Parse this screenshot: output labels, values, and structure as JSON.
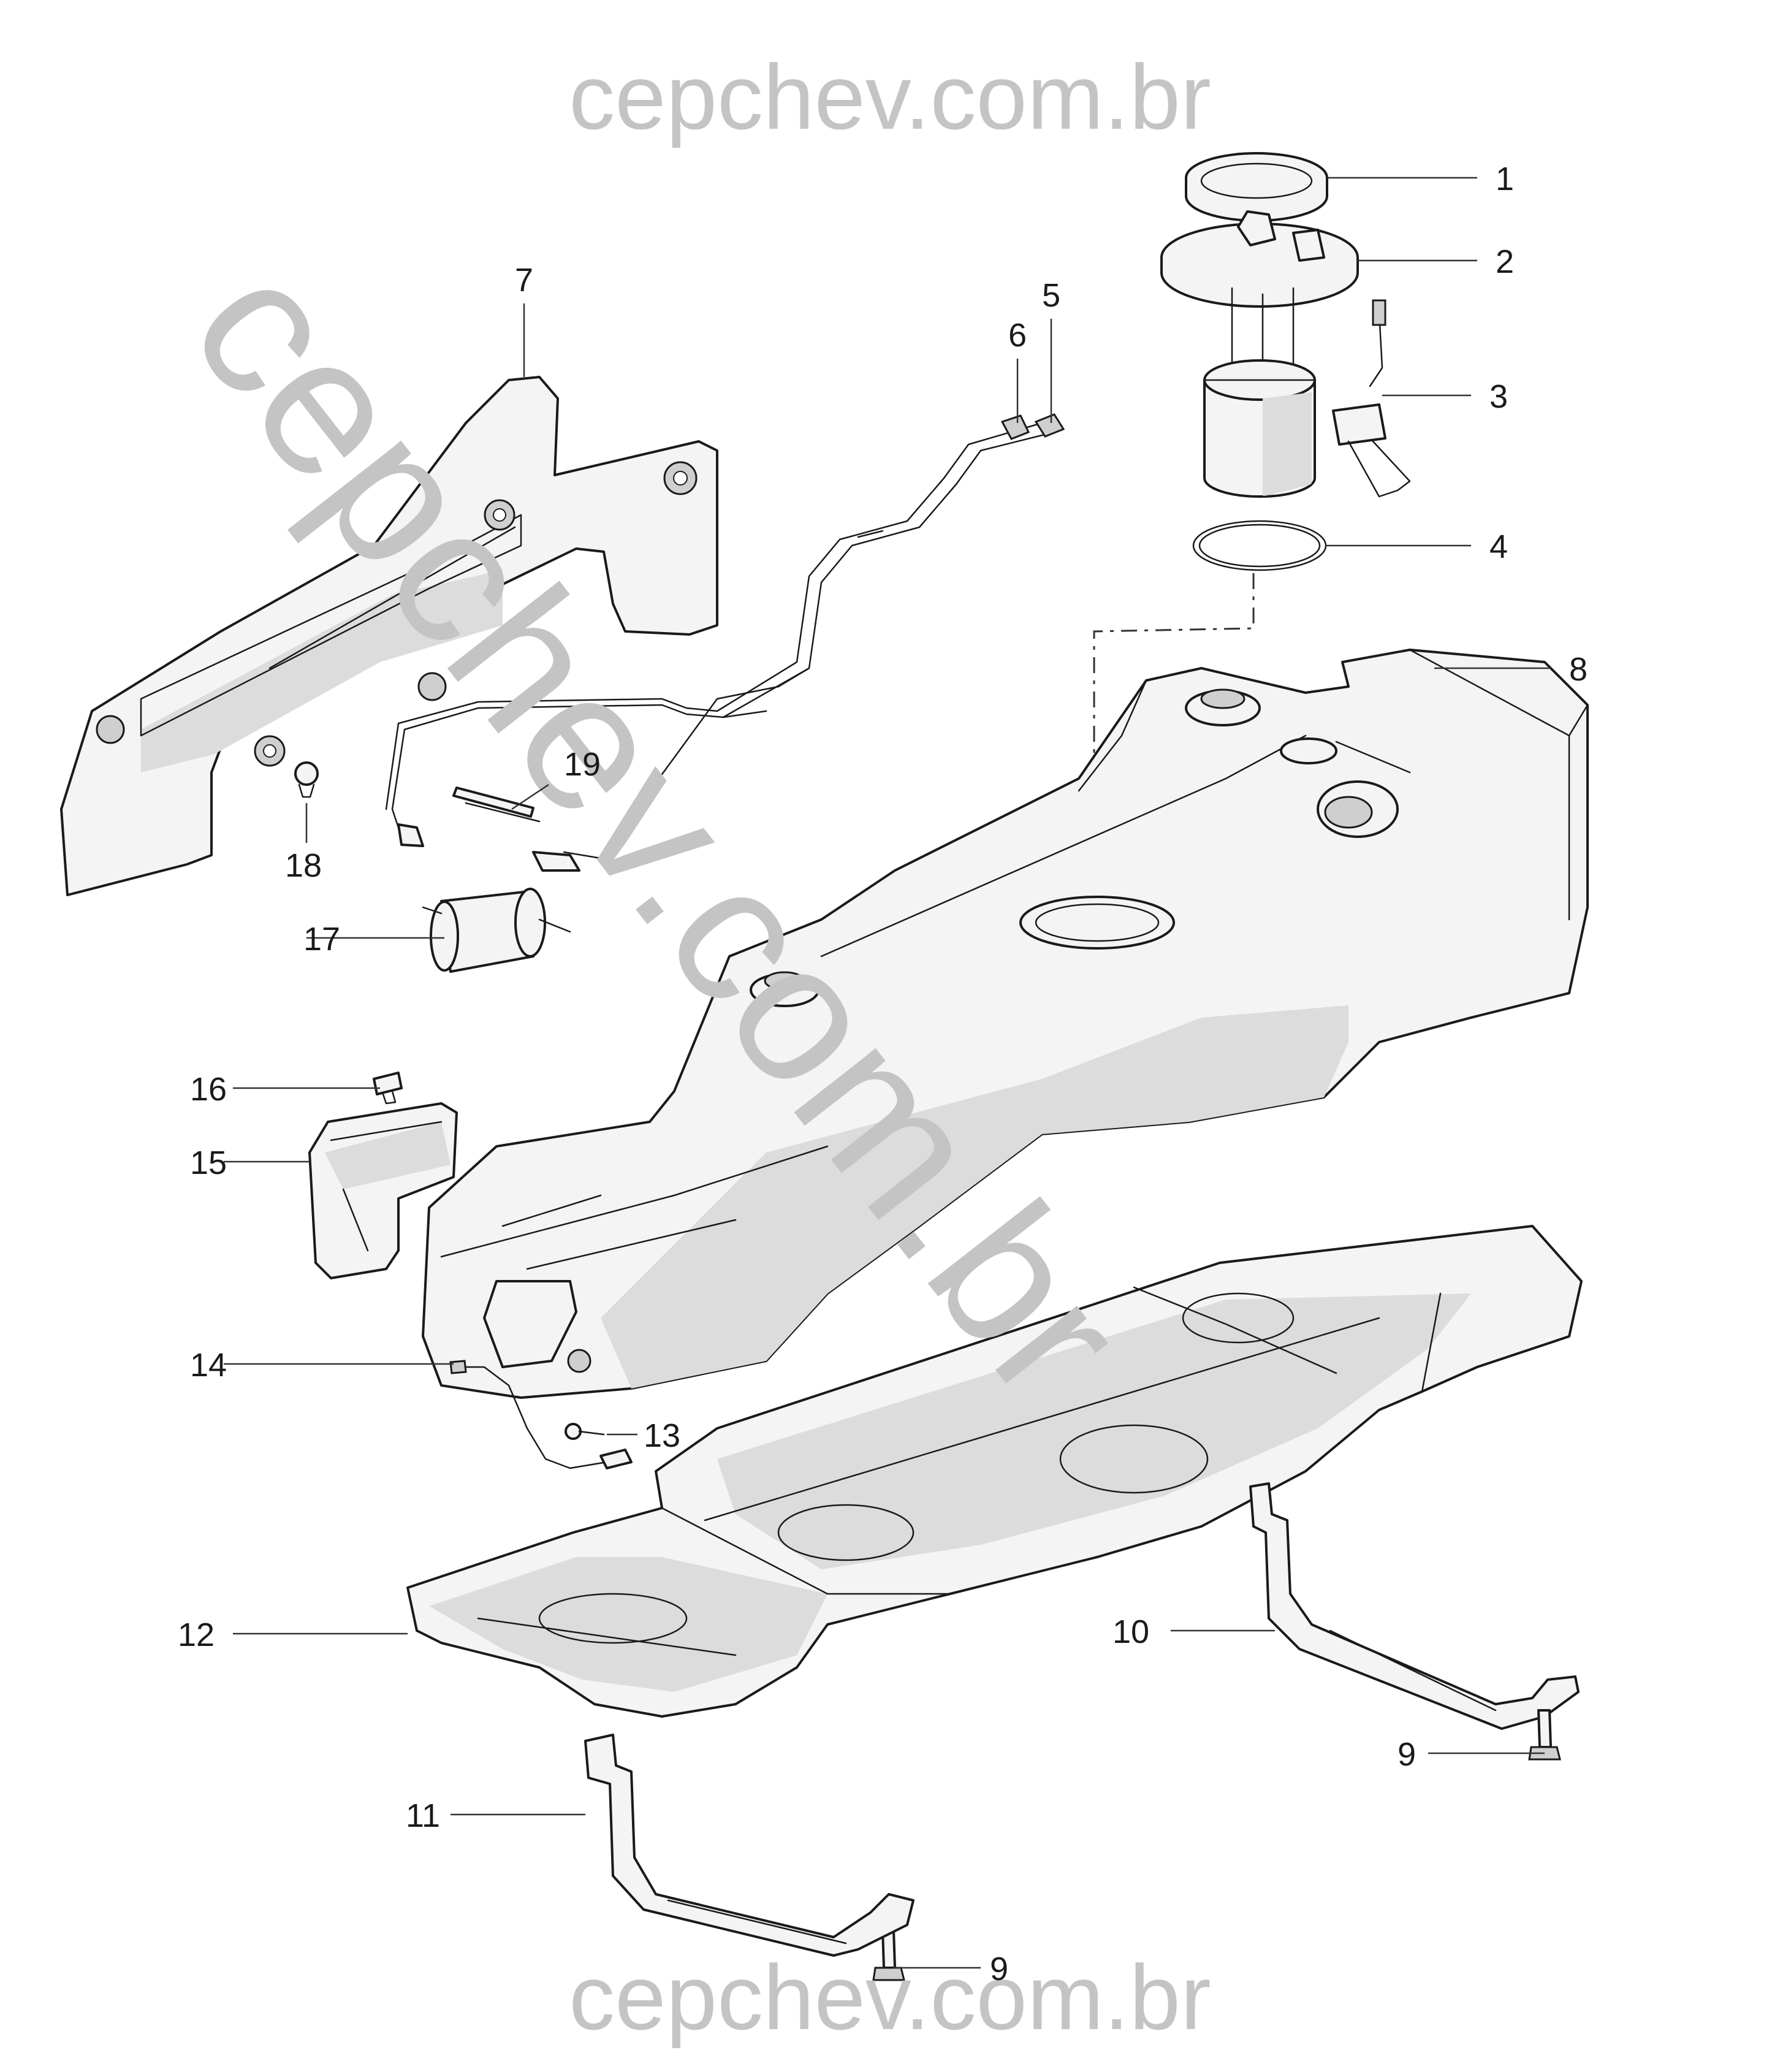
{
  "watermark": {
    "top": "cepchev.com.br",
    "bottom": "cepchev.com.br",
    "diagonal": "cepchev.com.br"
  },
  "callouts": {
    "c1": "1",
    "c2": "2",
    "c3": "3",
    "c4": "4",
    "c5": "5",
    "c6": "6",
    "c7": "7",
    "c8": "8",
    "c9a": "9",
    "c9b": "9",
    "c10": "10",
    "c11": "11",
    "c12": "12",
    "c13": "13",
    "c14": "14",
    "c15": "15",
    "c16": "16",
    "c17": "17",
    "c18": "18",
    "c19": "19"
  },
  "colors": {
    "watermark": "#c4c4c4",
    "line_art": "#1a1a1a",
    "background": "#ffffff"
  }
}
